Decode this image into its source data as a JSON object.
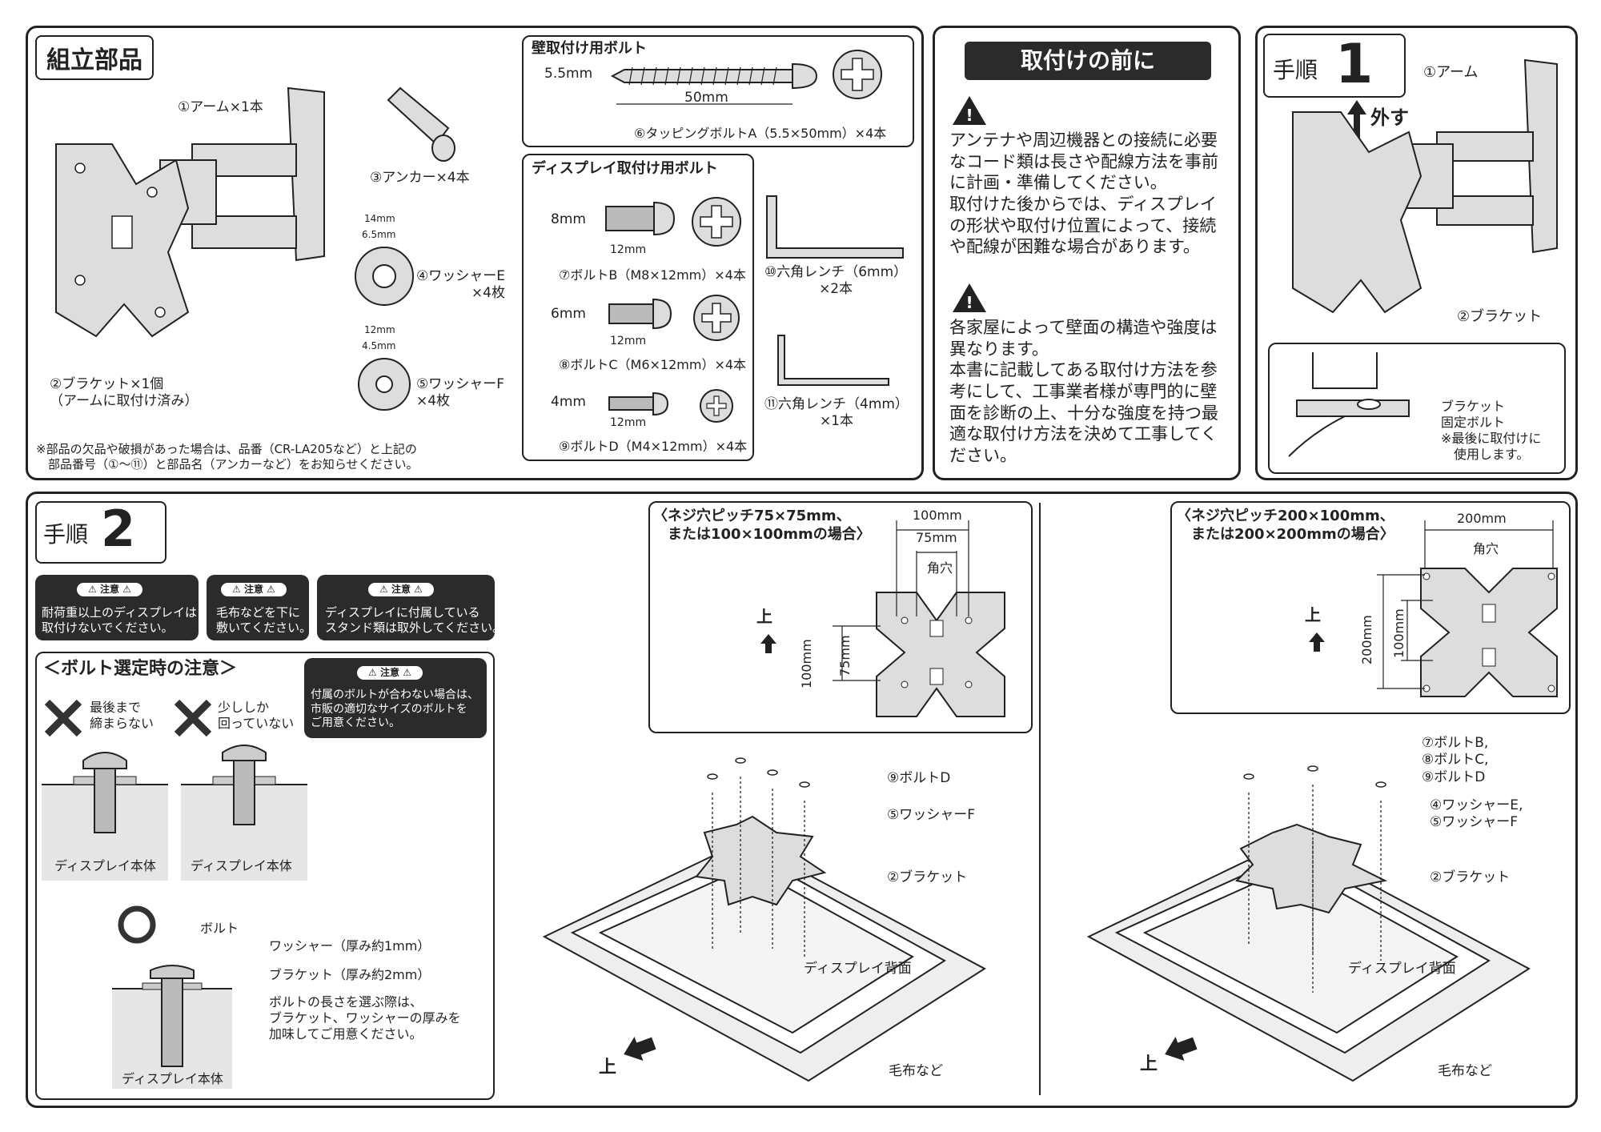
{
  "parts": {
    "title": "組立部品",
    "arm": "①アーム×1本",
    "bracket": "②ブラケット×1個\n（アームに取付け済み）",
    "anchor": "③アンカー×4本",
    "washerE": {
      "label": "④ワッシャーE\n×4枚",
      "outer": "14mm",
      "inner": "6.5mm"
    },
    "washerF": {
      "label": "⑤ワッシャーF\n×4枚",
      "outer": "12mm",
      "inner": "4.5mm"
    },
    "note": "※部品の欠品や破損があった場合は、品番（CR-LA205など）と上記の\n　部品番号（①〜⑪）と部品名（アンカーなど）をお知らせください。",
    "wall_bolt": {
      "title": "壁取付け用ボルト",
      "dia": "5.5mm",
      "len": "50mm",
      "label": "⑥タッピングボルトA（5.5×50mm）×4本"
    },
    "disp_bolt": {
      "title": "ディスプレイ取付け用ボルト",
      "bolts": [
        {
          "dia": "8mm",
          "len": "12mm",
          "label": "⑦ボルトB（M8×12mm）×4本"
        },
        {
          "dia": "6mm",
          "len": "12mm",
          "label": "⑧ボルトC（M6×12mm）×4本"
        },
        {
          "dia": "4mm",
          "len": "12mm",
          "label": "⑨ボルトD（M4×12mm）×4本"
        }
      ]
    },
    "wrench6": "⑩六角レンチ（6mm）\n×2本",
    "wrench4": "⑪六角レンチ（4mm）\n×1本"
  },
  "before": {
    "title": "取付けの前に",
    "warn1": "アンテナや周辺機器との接続に必要\nなコード類は長さや配線方法を事前\nに計画・準備してください。\n取付けた後からでは、ディスプレイ\nの形状や取付け位置によって、接続\nや配線が困難な場合があります。",
    "warn2": "各家屋によって壁面の構造や強度は\n異なります。\n本書に記載してある取付け方法を参\n考にして、工事業者様が専門的に壁\n面を診断の上、十分な強度を持つ最\n適な取付け方法を決めて工事してく\nださい。"
  },
  "step1": {
    "title": "手順",
    "num": "1",
    "arm": "①アーム",
    "remove": "外す",
    "bracket": "②ブラケット",
    "fix": "ブラケット\n固定ボルト\n※最後に取付けに\n　使用します。"
  },
  "step2": {
    "title": "手順",
    "num": "2",
    "caution_label": "注意",
    "cautions": [
      "耐荷重以上のディスプレイは\n取付けないでください。",
      "毛布などを下に\n敷いてください。",
      "ディスプレイに付属している\nスタンド類は取外してください。"
    ],
    "bolt_sel": {
      "title": "＜ボルト選定時の注意＞",
      "ng1": "最後まで\n締まらない",
      "ng2": "少ししか\n回っていない",
      "caution": "付属のボルトが合わない場合は、\n市販の適切なサイズのボルトを\nご用意ください。",
      "body": "ディスプレイ本体",
      "bolt": "ボルト",
      "washer": "ワッシャー（厚み約1mm）",
      "bracket": "ブラケット（厚み約2mm）",
      "len_note": "ボルトの長さを選ぶ際は、\nブラケット、ワッシャーの厚みを\n加味してご用意ください。"
    },
    "pitch_a": {
      "title": "〈ネジ穴ピッチ75×75mm、\n　または100×100mmの場合〉",
      "w1": "100mm",
      "w2": "75mm",
      "sq": "角穴",
      "h1": "100mm",
      "h2": "75mm",
      "up": "上"
    },
    "pitch_b": {
      "title": "〈ネジ穴ピッチ200×100mm、\n　または200×200mmの場合〉",
      "w1": "200mm",
      "sq": "角穴",
      "h1": "200mm",
      "h2": "100mm",
      "up": "上"
    },
    "asm_a": {
      "bolt": "⑨ボルトD",
      "washer": "⑤ワッシャーF",
      "bracket": "②ブラケット",
      "back": "ディスプレイ背面",
      "blanket": "毛布など",
      "up": "上"
    },
    "asm_b": {
      "bolt": "⑦ボルトB,\n⑧ボルトC,\n⑨ボルトD",
      "washer": "④ワッシャーE,\n⑤ワッシャーF",
      "bracket": "②ブラケット",
      "back": "ディスプレイ背面",
      "blanket": "毛布など",
      "up": "上"
    }
  }
}
